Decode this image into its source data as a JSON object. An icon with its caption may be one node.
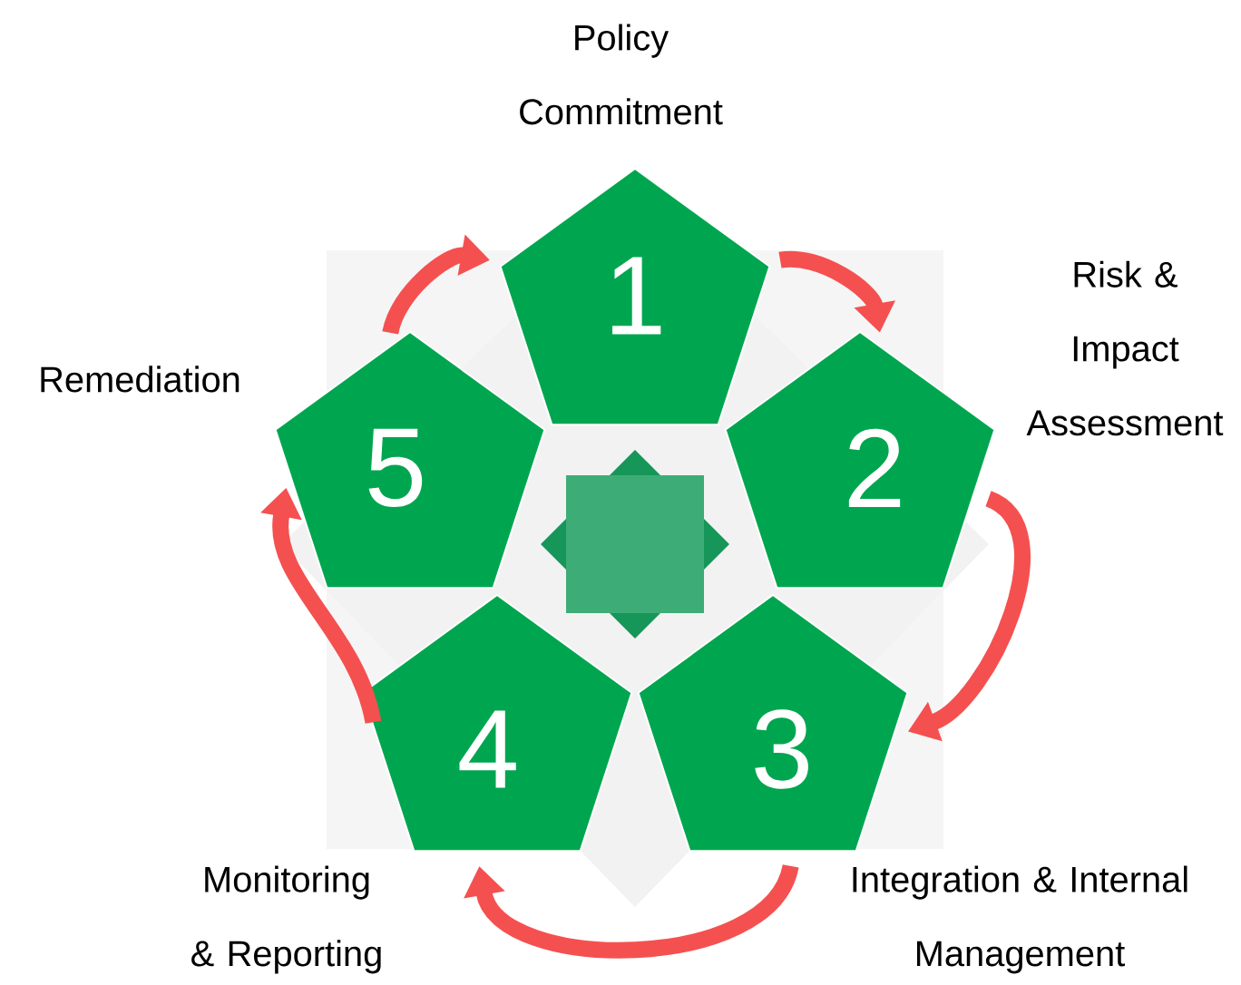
{
  "diagram": {
    "nodes": [
      {
        "text": [
          "1"
        ],
        "beside": [
          "Policy Commitment"
        ]
      },
      {
        "text": [
          "2"
        ],
        "beside": [
          "Risk & Impact Assessment"
        ]
      },
      {
        "text": [
          "3"
        ],
        "beside": [
          "Integration & Internal Management"
        ]
      },
      {
        "text": [
          "4"
        ],
        "beside": [
          "Monitoring & Reporting"
        ]
      },
      {
        "text": [
          "5"
        ],
        "beside": [
          "Remediation"
        ]
      }
    ],
    "edges": [
      {
        "from": 0,
        "to": 1,
        "arrow": "to"
      },
      {
        "from": 1,
        "to": 2,
        "arrow": "to"
      },
      {
        "from": 2,
        "to": 3,
        "arrow": "to"
      },
      {
        "from": 3,
        "to": 4,
        "arrow": "to"
      },
      {
        "from": 4,
        "to": 0,
        "arrow": "to"
      }
    ]
  }
}
